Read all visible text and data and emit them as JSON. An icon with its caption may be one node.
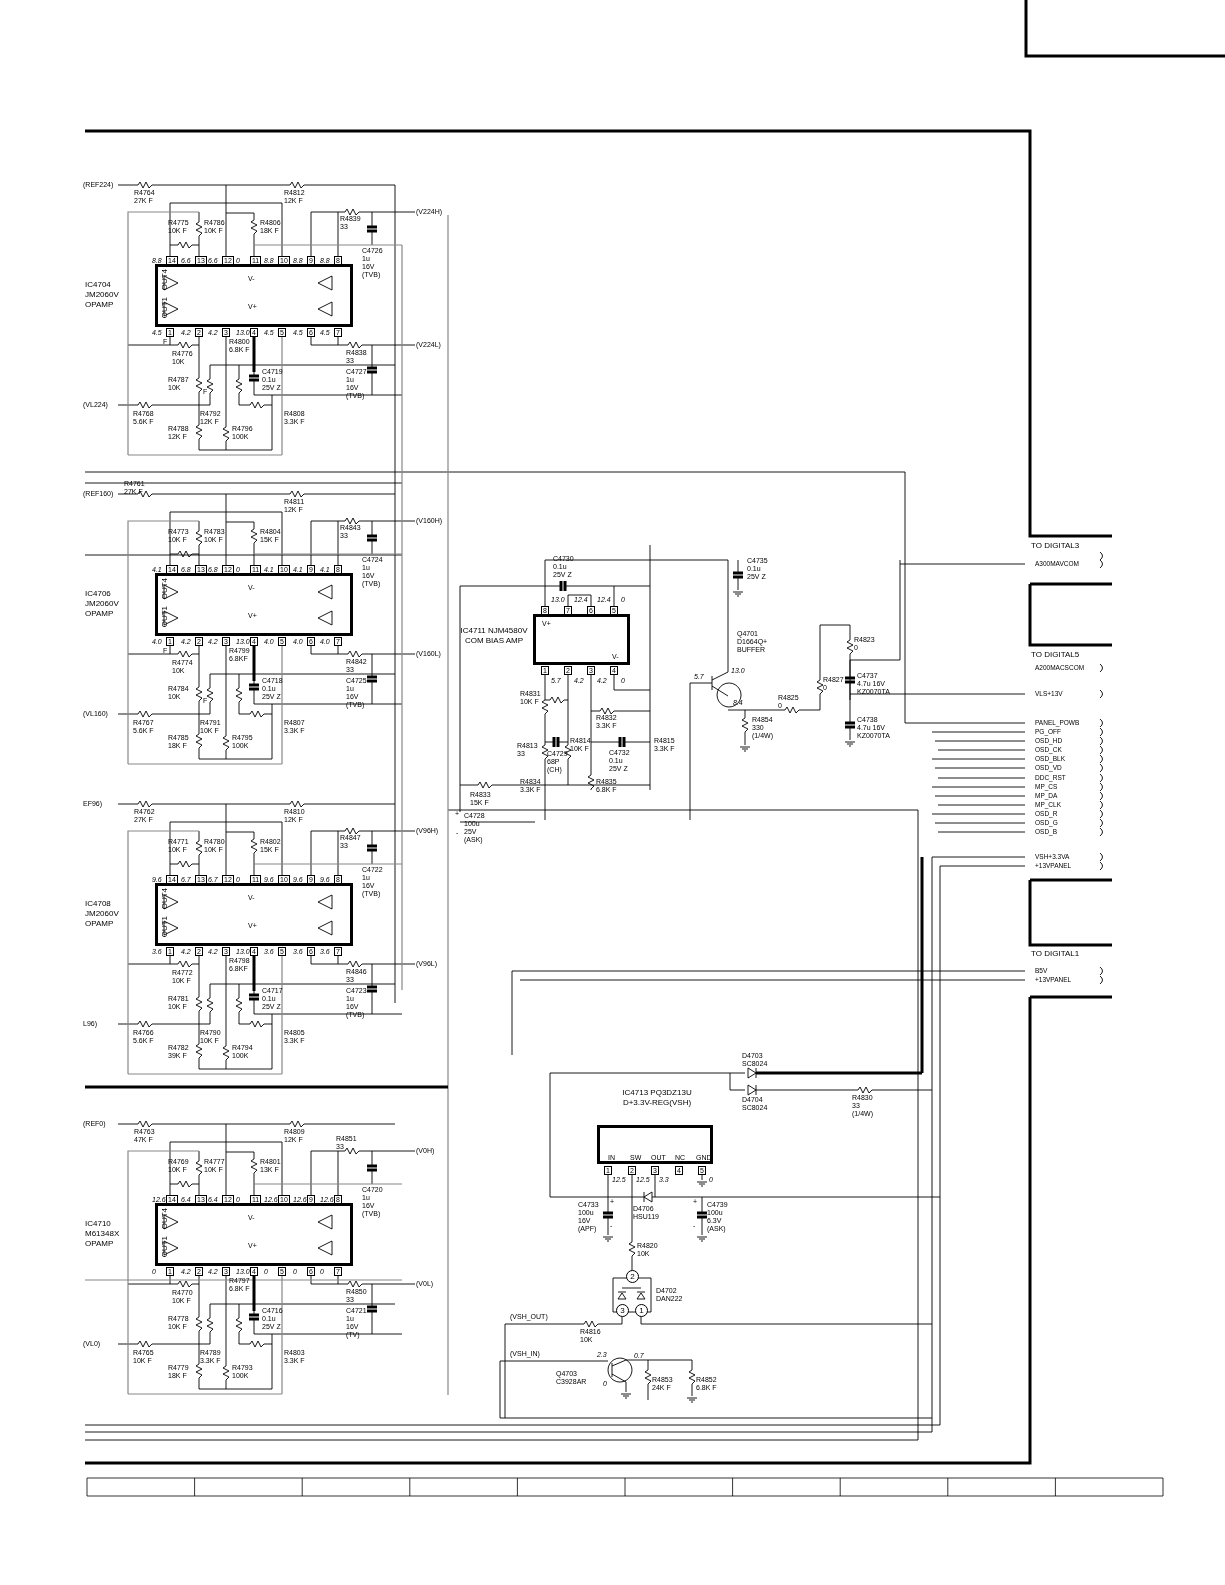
{
  "diagram": {
    "nodes": [
      {
        "text": [
          "OUT4",
          "V-",
          "OUT1",
          "V+"
        ]
      },
      {
        "text": [
          "OUT4",
          "V-",
          "OUT1",
          "V+"
        ]
      },
      {
        "text": [
          "OUT4",
          "V-",
          "OUT1",
          "V+"
        ]
      },
      {
        "text": [
          "OUT4",
          "V-",
          "OUT1",
          "V+"
        ]
      },
      {
        "text": [
          "V+",
          "V-"
        ],
        "beside": [
          "IC4711 NJM4580V COM BIAS AMP"
        ]
      },
      {
        "text": [
          "IN",
          "SW",
          "OUT",
          "NC",
          "GND"
        ],
        "beside": [
          "IC4713 PQ3DZ13U D+3.3V-REG(VSH)"
        ]
      }
    ],
    "labels": [
      "(REF224)",
      "R4764 27K F",
      "R4812 12K F",
      "R4775 10K F",
      "R4786 10K F",
      "R4806 18K F",
      "R4839 33",
      "(V224H)",
      "C4726 1u 16V (TVB)",
      "8.8",
      "14",
      "6.6",
      "13",
      "6.6",
      "12",
      "0",
      "11",
      "8.8",
      "10",
      "8.8",
      "9",
      "8.8",
      "8",
      "IC4704 JM2060V OPAMP",
      "4.5",
      "1",
      "4.2",
      "2",
      "4.2",
      "3",
      "13.0",
      "4",
      "4.5",
      "5",
      "4.5",
      "6",
      "4.5",
      "7",
      "F",
      "R4776 10K",
      "R4800 6.8K F",
      "R4838 33",
      "(V224L)",
      "C4719 0.1u 25V Z",
      "R4787 10K",
      "F",
      "C4727 1u 16V (TVB)",
      "(VL224)",
      "R4768 5.6K F",
      "R4792 12K F",
      "R4808 3.3K F",
      "R4788 12K F",
      "R4796 100K",
      "(REF160)",
      "R4761 27K F",
      "R4811 12K F",
      "R4773 10K F",
      "R4783 10K F",
      "R4804 15K F",
      "R4843 33",
      "(V160H)",
      "C4724 1u 16V (TVB)",
      "4.1",
      "14",
      "6.8",
      "13",
      "6.8",
      "12",
      "0",
      "11",
      "4.1",
      "10",
      "4.1",
      "9",
      "4.1",
      "8",
      "IC4706 JM2060V OPAMP",
      "4.0",
      "1",
      "4.2",
      "2",
      "4.2",
      "3",
      "13.0",
      "4",
      "4.0",
      "5",
      "4.0",
      "6",
      "4.0",
      "7",
      "F",
      "R4774 10K",
      "R4799 6.8KF",
      "R4842 33",
      "(V160L)",
      "C4718 0.1u 25V Z",
      "R4784 10K",
      "F",
      "C4725 1u 16V (TVB)",
      "(VL160)",
      "R4767 5.6K F",
      "R4791 10K F",
      "R4807 3.3K F",
      "R4785 18K F",
      "R4795 100K",
      "EF96)",
      "R4762 27K F",
      "R4810 12K F",
      "R4771 10K F",
      "R4780 10K F",
      "R4802 15K F",
      "R4847 33",
      "(V96H)",
      "C4722 1u 16V (TVB)",
      "9.6",
      "14",
      "6.7",
      "13",
      "6.7",
      "12",
      "0",
      "11",
      "9.6",
      "10",
      "9.6",
      "9",
      "9.6",
      "8",
      "IC4708 JM2060V OPAMP",
      "3.6",
      "1",
      "4.2",
      "2",
      "4.2",
      "3",
      "13.0",
      "4",
      "3.6",
      "5",
      "3.6",
      "6",
      "3.6",
      "7",
      "R4772 10K F",
      "R4798 6.8KF",
      "R4846 33",
      "(V96L)",
      "C4717 0.1u 25V Z",
      "R4781 10K F",
      "C4723 1u 16V (TVB)",
      "L96)",
      "R4766 5.6K F",
      "R4790 10K F",
      "R4805 3.3K F",
      "R4782 39K F",
      "R4794 100K",
      "(REF0)",
      "R4763 47K F",
      "R4809 12K F",
      "R4851 33",
      "R4769 10K F",
      "R4777 10K F",
      "R4801 13K F",
      "(V0H)",
      "C4720 1u 16V (TVB)",
      "12.6",
      "14",
      "6.4",
      "13",
      "6.4",
      "12",
      "0",
      "11",
      "12.6",
      "10",
      "12.6",
      "9",
      "12.6",
      "8",
      "IC4710 M61348X OPAMP",
      "0",
      "1",
      "4.2",
      "2",
      "4.2",
      "3",
      "13.0",
      "4",
      "0",
      "5",
      "0",
      "6",
      "0",
      "7",
      "R4850 33",
      "(V0L)",
      "R4797 6.8K F",
      "C4716 0.1u 25V Z",
      "R4770 10K F",
      "R4778 10K F",
      "(VL0)",
      "R4765 10K F",
      "R4789 3.3K F",
      "R4803 3.3K F",
      "C4721 1u 16V (TV)",
      "R4779 18K F",
      "R4793 100K",
      "C4730 0.1u 25V Z",
      "8",
      "13.0",
      "7",
      "12.4",
      "6",
      "12.4",
      "5",
      "0",
      "1",
      "5.7",
      "2",
      "4.2",
      "3",
      "4.2",
      "4",
      "0",
      "C4735 0.1u 25V Z",
      "Q4701 D1664Q+ BUFFER",
      "13.0",
      "5.7",
      "8.4",
      "R4823 0",
      "R4827 0",
      "C4737 4.7u 16V KZ0070TA",
      "R4831 10K F",
      "R4825 0",
      "R4832 3.3K F",
      "R4854 330 (1/4W)",
      "C4738 4.7u 16V KZ0070TA",
      "R4813 33",
      "C4729 68P (CH)",
      "R4814 10K F",
      "C4732 0.1u 25V Z",
      "R4815 3.3K F",
      "R4833 15K F",
      "R4834 3.3K F",
      "R4835 6.8K F",
      "+",
      "C4728 100u 25V (ASK)",
      "-",
      "TO DIGITAL3",
      "A300MAVCOM",
      "TO DIGITAL5",
      "A200MACSCOM",
      "VLS+13V",
      "PANEL_POWB",
      "PG_OFF",
      "OSD_HD",
      "OSD_CK",
      "OSD_BLK",
      "OSD_VD",
      "DDC_RST",
      "MP_CS",
      "MP_DA",
      "MP_CLK",
      "OSD_R",
      "OSD_G",
      "OSD_B",
      "VSH+3.3VA",
      "+13VPANEL",
      "TO DIGITAL1",
      "B5V",
      "+13VPANEL",
      "D4703 SC8024",
      "D4704 SC8024",
      "R4830 33 (1/4W)",
      "1",
      "12.5",
      "2",
      "12.5",
      "3",
      "3.3",
      "4",
      "5",
      "0",
      "C4733 100u 16V (APF)",
      "+",
      "-",
      "D4706 HSU119",
      "+",
      "C4739 100u 6.3V (ASK)",
      "-",
      "R4820 10K",
      "2",
      "D4702 DAN222",
      "3",
      "1",
      "(VSH_OUT)",
      "R4816 10K",
      "(VSH_IN)",
      "2.3",
      "0.7",
      "Q4703 C3928AR",
      "0",
      "R4853 24K F",
      "R4852 6.8K F"
    ]
  }
}
